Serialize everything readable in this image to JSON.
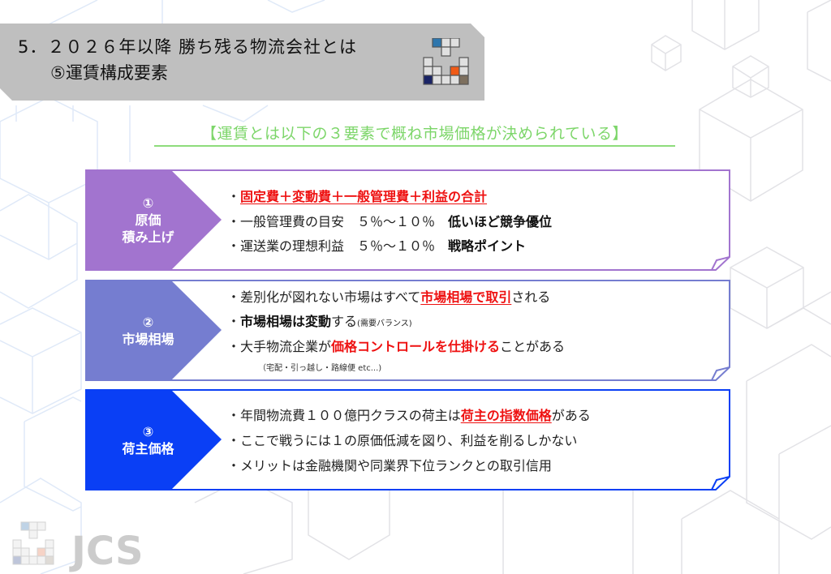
{
  "header": {
    "title_line1": "5．２０２６年以降 勝ち残る物流会社とは",
    "title_line2": "⑤運賃構成要素"
  },
  "subtitle": "【運賃とは以下の３要素で概ね市場価格が決められている】",
  "colors": {
    "header_bg": "#bfbfbf",
    "subtitle_green": "#7dd66a",
    "box1": "#a274cf",
    "box2": "#757dd0",
    "box3": "#0a3ff5",
    "emphasis_red": "#ee1111"
  },
  "boxes": [
    {
      "number": "①",
      "label_line1": "原価",
      "label_line2": "積み上げ",
      "lines": [
        {
          "bullet": "・",
          "red_underlined": "固定費＋変動費＋一般管理費＋利益の合計"
        },
        {
          "bullet": "・",
          "text": "一般管理費の目安　５％～１０％　",
          "bold": "低いほど競争優位"
        },
        {
          "bullet": "・",
          "text": "運送業の理想利益　５％～１０％　",
          "bold": "戦略ポイント"
        }
      ]
    },
    {
      "number": "②",
      "label_line1": "市場相場",
      "lines": [
        {
          "bullet": "・",
          "text": "差別化が図れない市場はすべて",
          "red_underlined": "市場相場で取引",
          "after": "される"
        },
        {
          "bullet": "・",
          "bold": "市場相場は変動",
          "text": "する",
          "small": "(需要バランス)"
        },
        {
          "bullet": "・",
          "text": "大手物流企業が",
          "red": "価格コントロールを仕掛ける",
          "after": "ことがある"
        }
      ],
      "note": "（宅配・引っ越し・路線便 etc...)"
    },
    {
      "number": "③",
      "label_line1": "荷主価格",
      "lines": [
        {
          "bullet": "・",
          "text": "年間物流費１００億円クラスの荷主は",
          "red_underlined": "荷主の指数価格",
          "after": "がある"
        },
        {
          "bullet": "・",
          "text": "ここで戦うには１の原価低減を図り、利益を削るしかない"
        },
        {
          "bullet": "・",
          "text": "メリットは金融機関や同業界下位ランクとの取引信用"
        }
      ]
    }
  ],
  "footer_logo_text": "JCS"
}
